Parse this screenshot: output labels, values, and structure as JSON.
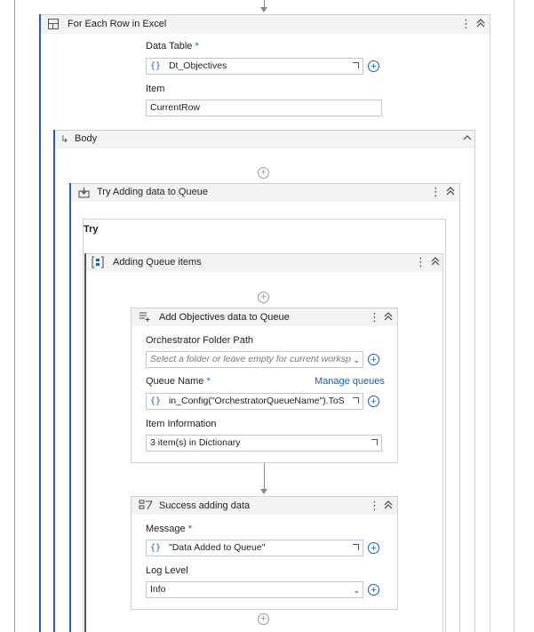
{
  "for_each": {
    "title": "For Each Row in Excel",
    "data_table_label": "Data Table",
    "required_mark": "*",
    "data_table_value": "Dt_Objectives",
    "item_label": "Item",
    "item_value": "CurrentRow"
  },
  "body": {
    "title": "Body"
  },
  "try_catch": {
    "title": "Try Adding data to Queue",
    "try_label": "Try"
  },
  "sequence": {
    "title": "Adding Queue items"
  },
  "add_queue": {
    "title": "Add Objectives data to Queue",
    "folder_label": "Orchestrator Folder Path",
    "folder_placeholder": "Select a folder or leave empty for current worksp",
    "queue_label": "Queue Name",
    "manage_link": "Manage queues",
    "queue_value": "in_Config(\"OrchestratorQueueName\").ToS",
    "info_label": "Item Information",
    "info_value": "3 item(s) in Dictionary"
  },
  "log": {
    "title": "Success adding data",
    "message_label": "Message",
    "message_value": "\"Data Added to Queue\"",
    "level_label": "Log Level",
    "level_value": "Info"
  },
  "icons": {
    "more": "⋮",
    "collapse": "≪",
    "plus": "+",
    "brace": "{}",
    "chevron_up": "^",
    "dropdown": "⌄"
  }
}
